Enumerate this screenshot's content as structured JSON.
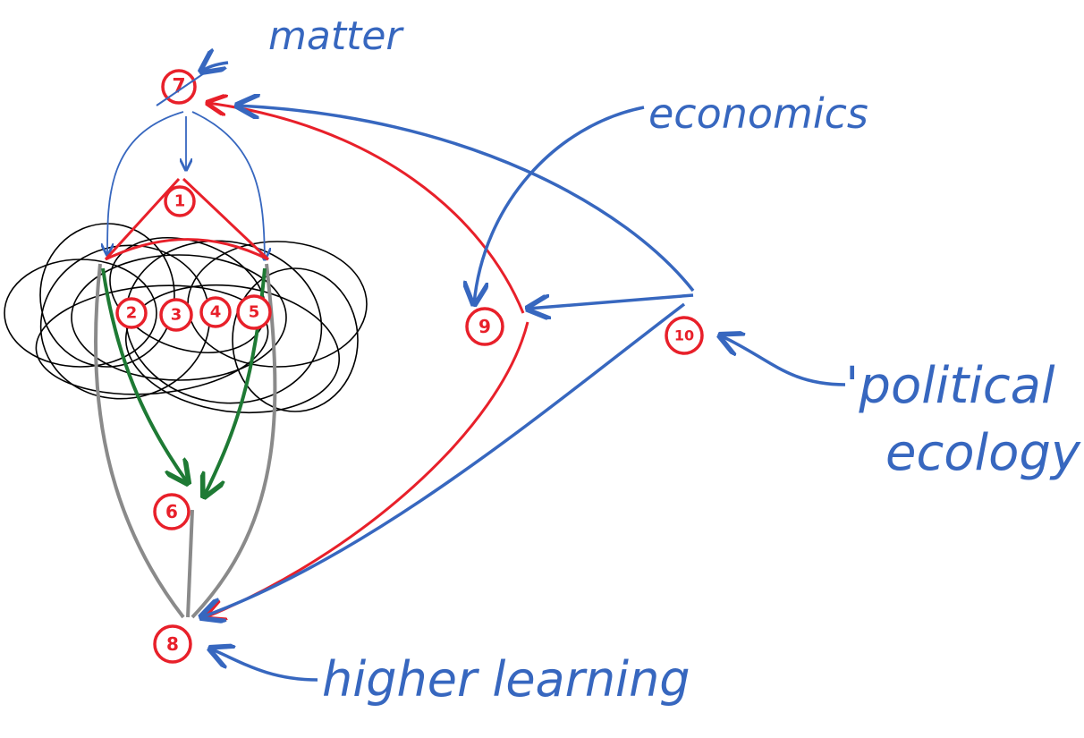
{
  "colors": {
    "node": "#e8202a",
    "blue": "#3767bf",
    "green": "#1e7a34",
    "gray": "#8a8a8a",
    "scribble": "#000000"
  },
  "nodes": [
    {
      "id": "7",
      "label": "7",
      "crossed_out": true
    },
    {
      "id": "1",
      "label": "1"
    },
    {
      "id": "2",
      "label": "2"
    },
    {
      "id": "3",
      "label": "3"
    },
    {
      "id": "4",
      "label": "4"
    },
    {
      "id": "5",
      "label": "5"
    },
    {
      "id": "6",
      "label": "6"
    },
    {
      "id": "8",
      "label": "8"
    },
    {
      "id": "9",
      "label": "9"
    },
    {
      "id": "10",
      "label": "10"
    }
  ],
  "annotations": {
    "matter": "matter",
    "economics": "economics",
    "political_ecology_line1": "'political",
    "political_ecology_line2": "ecology'",
    "higher_learning": "higher learning"
  }
}
